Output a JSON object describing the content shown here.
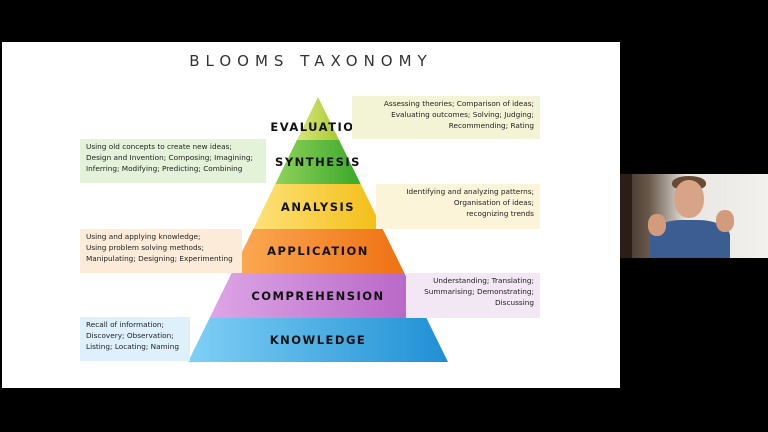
{
  "slide": {
    "title": "BLOOMS TAXONOMY",
    "tiers": [
      {
        "label": "EVALUATION",
        "color": "#c5d94a",
        "desc_side": "right",
        "desc_bg": "#f3f3d6",
        "desc": [
          "Assessing theories; Comparison of ideas;",
          "Evaluating outcomes; Solving; Judging;",
          "Recommending; Rating"
        ]
      },
      {
        "label": "SYNTHESIS",
        "color": "#5cbf3a",
        "desc_side": "left",
        "desc_bg": "#e3f2d9",
        "desc": [
          "Using old concepts to create new ideas;",
          "Design and Invention; Composing; Imagining;",
          "Inferring; Modifying; Predicting; Combining"
        ]
      },
      {
        "label": "ANALYSIS",
        "color": "#f7d12b",
        "desc_side": "right",
        "desc_bg": "#fbf4d8",
        "desc": [
          "Identifying and analyzing patterns;",
          "Organisation of ideas;",
          "recognizing trends"
        ]
      },
      {
        "label": "APPLICATION",
        "color": "#f58a22",
        "desc_side": "left",
        "desc_bg": "#fcebd8",
        "desc": [
          "Using and applying knowledge;",
          "Using problem solving methods;",
          "Manipulating; Designing; Experimenting"
        ]
      },
      {
        "label": "COMPREHENSION",
        "color": "#c57ed0",
        "desc_side": "right",
        "desc_bg": "#f3e6f5",
        "desc": [
          "Understanding; Translating;",
          "Summarising; Demonstrating;",
          "Discussing"
        ]
      },
      {
        "label": "KNOWLEDGE",
        "color": "#3aa6e0",
        "desc_side": "left",
        "desc_bg": "#ddf0fb",
        "desc": [
          "Recall of information;",
          "Discovery; Observation;",
          "Listing; Locating; Naming"
        ]
      }
    ]
  },
  "webcam": {
    "background": "#e8e6e2"
  }
}
